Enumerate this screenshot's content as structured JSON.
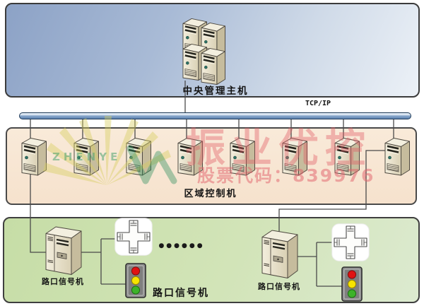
{
  "sections": {
    "central": {
      "label": "中央管理主机"
    },
    "network": {
      "label": "TCP/IP"
    },
    "regional": {
      "label": "区域控制机",
      "controller_count": 8
    },
    "intersection": {
      "center_label": "路口信号机",
      "left_cabinet_label": "路口信号机",
      "right_cabinet_label": "路口信号机",
      "ellipsis": "●●●●●●"
    }
  },
  "watermark": {
    "brand": "振业优控",
    "stock_code": "股票代码：839976",
    "latin": "ZHENYE"
  },
  "icons": {
    "central_host": "server-tower-stack-icon",
    "regional_controller": "server-tower-icon",
    "signal_cabinet": "signal-cabinet-icon",
    "intersection_map": "crossroad-icon",
    "traffic_light": "traffic-light-icon"
  },
  "colors": {
    "central_panel": "#9fb3d2",
    "regional_panel": "#f8e7d6",
    "intersection_panel": "#cfe2b2",
    "bus_blue": "#6d92bb",
    "wire_gray": "#4a4a4a",
    "traffic_red": "#e01212",
    "traffic_yellow": "#f6e400",
    "traffic_green": "#3db32a",
    "watermark_pink": "#e2626b",
    "watermark_yellow": "#d7ce5f",
    "watermark_green": "#2e8f5e"
  }
}
